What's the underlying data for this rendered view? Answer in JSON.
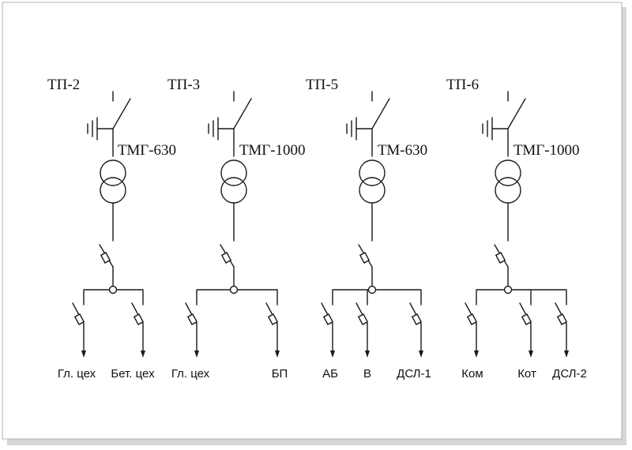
{
  "substations": [
    {
      "name": "ТП-2",
      "transformer": "ТМГ-630",
      "feeders": [
        "Гл. цех",
        "Бет. цех"
      ]
    },
    {
      "name": "ТП-3",
      "transformer": "ТМГ-1000",
      "feeders": [
        "Гл. цех",
        "БП"
      ]
    },
    {
      "name": "ТП-5",
      "transformer": "ТМ-630",
      "feeders": [
        "АБ",
        "В",
        "ДСЛ-1"
      ]
    },
    {
      "name": "ТП-6",
      "transformer": "ТМГ-1000",
      "feeders": [
        "Ком",
        "Кот",
        "ДСЛ-2"
      ]
    }
  ],
  "colors": {
    "line": "#1a1a1a",
    "frame": "#b0b0b0",
    "shadow": "#cfcfcf"
  }
}
